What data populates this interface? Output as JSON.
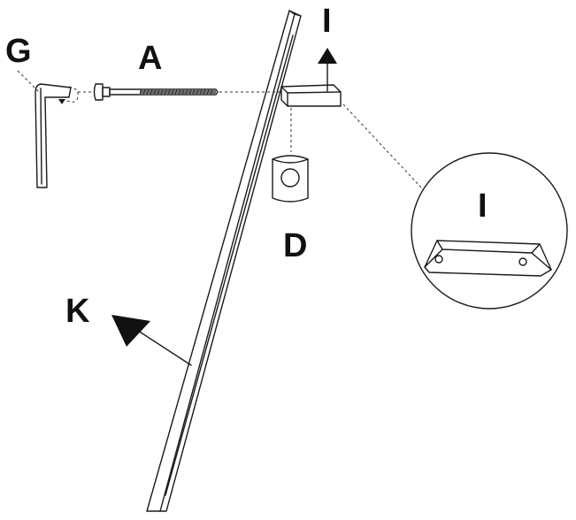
{
  "labels": {
    "allen_key": "G",
    "bolt": "A",
    "bracket_top": "I",
    "bracket_detail": "I",
    "barrel_nut": "D",
    "panel": "K"
  },
  "colors": {
    "ink": "#111111",
    "line": "#1a1a1a",
    "background": "#ffffff"
  },
  "icons": {
    "up_arrow": "arrow-up-icon",
    "direction_arrow": "arrow-up-left-icon"
  }
}
